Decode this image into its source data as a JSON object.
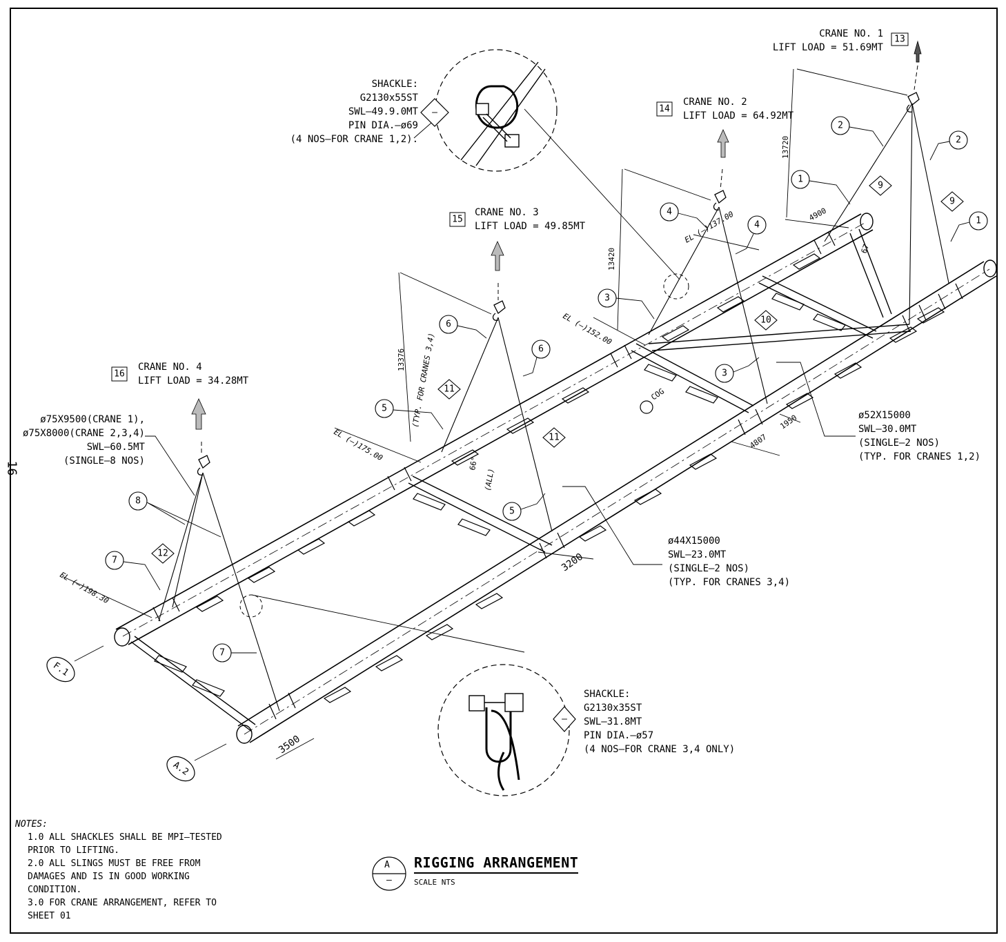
{
  "title": {
    "main": "RIGGING ARRANGEMENT",
    "scale": "SCALE NTS",
    "ref_top": "A",
    "ref_bottom": "–"
  },
  "sheet_number": "16",
  "cranes": [
    {
      "tag": "13",
      "name": "CRANE NO. 1",
      "load": "LIFT LOAD = 51.69MT"
    },
    {
      "tag": "14",
      "name": "CRANE NO. 2",
      "load": "LIFT LOAD = 64.92MT"
    },
    {
      "tag": "15",
      "name": "CRANE NO. 3",
      "load": "LIFT LOAD = 49.85MT"
    },
    {
      "tag": "16",
      "name": "CRANE NO. 4",
      "load": "LIFT LOAD = 34.28MT"
    }
  ],
  "shackle_top": {
    "lines": [
      "SHACKLE:",
      "G2130x55ST",
      "SWL–49.9.0MT",
      "PIN DIA.–ø69",
      "(4 NOS–FOR CRANE 1,2)."
    ],
    "tag": "–"
  },
  "shackle_bottom": {
    "lines": [
      "SHACKLE:",
      "G2130x35ST",
      "SWL–31.8MT",
      "PIN DIA.–ø57",
      "(4 NOS–FOR CRANE 3,4 ONLY)"
    ],
    "tag": "–"
  },
  "sling_main": {
    "lines": [
      "ø75X9500(CRANE 1),",
      "ø75X8000(CRANE 2,3,4)",
      "SWL–60.5MT",
      "(SINGLE–8 NOS)"
    ]
  },
  "sling_52": {
    "lines": [
      "ø52X15000",
      "SWL–30.0MT",
      "(SINGLE–2 NOS)",
      "(TYP. FOR CRANES 1,2)"
    ]
  },
  "sling_44": {
    "lines": [
      "ø44X15000",
      "SWL–23.0MT",
      "(SINGLE–2 NOS)",
      "(TYP. FOR CRANES 3,4)"
    ]
  },
  "dimensions": {
    "d13720": "13720",
    "d13420": "13420",
    "d13376": "13376",
    "typ_cranes_34": "(TYP. FOR CRANES 3,4)",
    "d4900": "4900",
    "d4807": "4807",
    "d1950": "1950",
    "d3200": "3200",
    "d3500": "3500",
    "angle_67": "67",
    "angle_66": "66°",
    "angle_all": "(ALL)",
    "el_137": "EL (–)137.00",
    "el_152": "EL (–)152.00",
    "el_175": "EL (–)175.00",
    "el_198": "EL (–)198.30",
    "cog": "COG"
  },
  "gridlines": [
    "F.1",
    "A.2"
  ],
  "item_numbers": [
    "1",
    "2",
    "3",
    "4",
    "5",
    "6",
    "7",
    "8",
    "9",
    "10",
    "11",
    "12"
  ],
  "notes": {
    "title": "NOTES:",
    "items": [
      "1.0 ALL SHACKLES SHALL BE MPI–TESTED\nPRIOR TO LIFTING.",
      "2.0 ALL SLINGS MUST BE FREE FROM\nDAMAGES AND IS IN GOOD WORKING\nCONDITION.",
      "3.0 FOR CRANE ARRANGEMENT, REFER TO\nSHEET 01"
    ]
  }
}
